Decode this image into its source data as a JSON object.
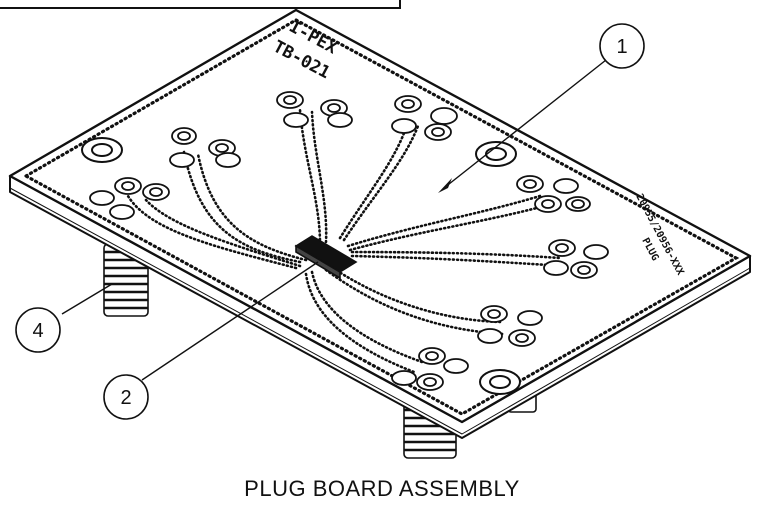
{
  "caption": "PLUG BOARD ASSEMBLY",
  "callouts": [
    {
      "id": "1"
    },
    {
      "id": "2"
    },
    {
      "id": "4"
    }
  ],
  "board_marking": {
    "brand": "I-PEX",
    "model": "TB-021",
    "side_label": "20955/20956-XXX",
    "side_label_2": "PLUG"
  },
  "colors": {
    "line": "#111111",
    "fill": "#ffffff"
  }
}
